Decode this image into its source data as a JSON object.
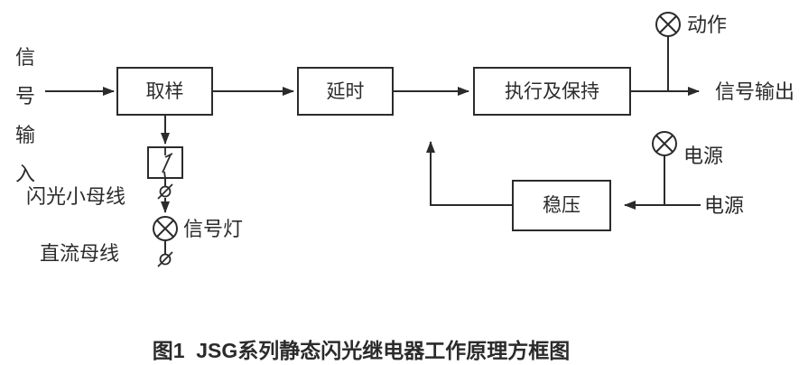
{
  "figure": {
    "caption": "图1  JSG系列静态闪光继电器工作原理方框图"
  },
  "input_label": [
    "信",
    "号",
    "输",
    "入"
  ],
  "blocks": {
    "sampling": "取样",
    "delay": "延时",
    "execute_hold": "执行及保持",
    "regulator": "稳压"
  },
  "labels": {
    "flash_bus": "闪光小母线",
    "dc_bus": "直流母线",
    "signal_lamp": "信号灯",
    "action": "动作",
    "power_lamp": "电源",
    "power_source": "电源",
    "signal_output": "信号输出"
  },
  "icons": {
    "lamp": "circle-with-x",
    "terminal": "circle-with-slash",
    "switch": "contact-switch"
  },
  "colors": {
    "stroke": "#2b2b2b",
    "background": "#ffffff"
  }
}
